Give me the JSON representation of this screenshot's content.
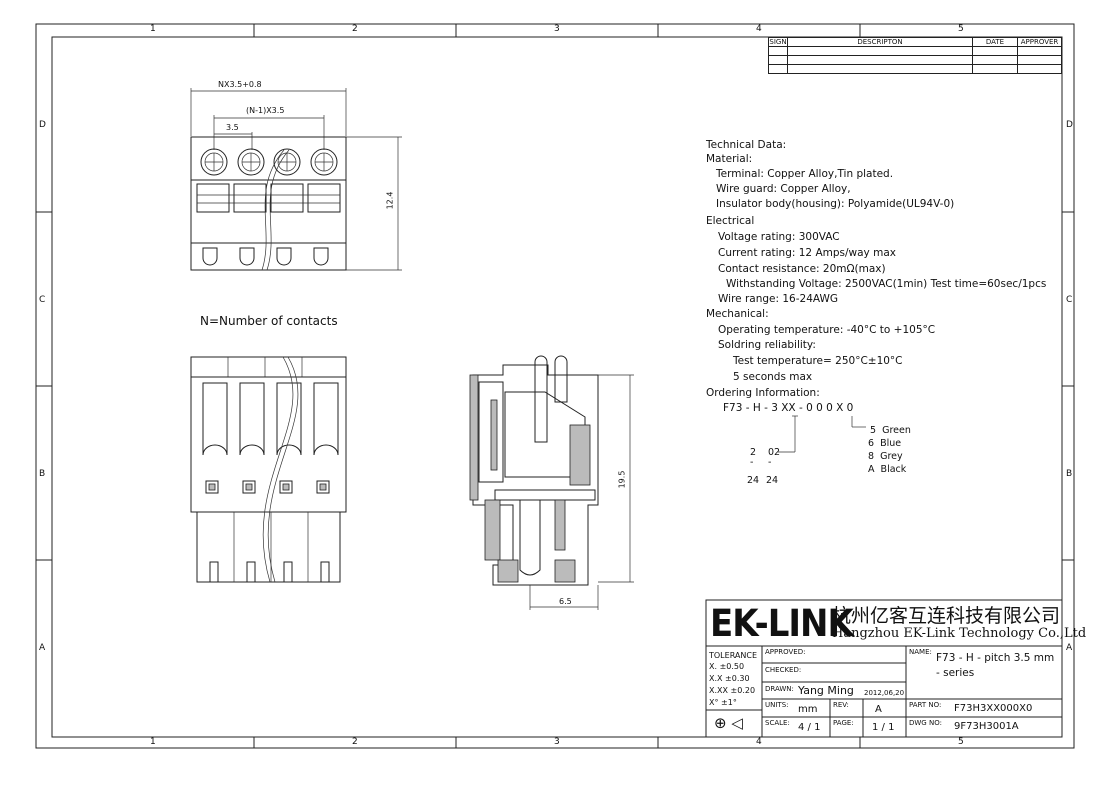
{
  "zones_top": [
    "1",
    "2",
    "3",
    "4",
    "5"
  ],
  "zones_bottom": [
    "1",
    "2",
    "3",
    "4",
    "5"
  ],
  "zones_left": [
    "D",
    "C",
    "B",
    "A"
  ],
  "zones_right": [
    "D",
    "C",
    "B",
    "A"
  ],
  "revision_table": {
    "headers": [
      "SIGN",
      "DESCRIPTON",
      "DATE",
      "APPROVER"
    ]
  },
  "dimensions": {
    "total_width": "NX3.5+0.8",
    "pitch_span": "(N-1)X3.5",
    "pitch": "3.5",
    "height_front": "12.4",
    "height_side": "19.5",
    "depth": "6.5"
  },
  "note_n": "N=Number of contacts",
  "tech": {
    "title": "Technical Data:",
    "material": "Material:",
    "terminal": "Terminal: Copper Alloy,Tin plated.",
    "wire_guard": "Wire guard: Copper Alloy,",
    "insulator": "Insulator body(housing): Polyamide(UL94V-0)",
    "electrical": "Electrical",
    "voltage": "Voltage rating: 300VAC",
    "current": "Current rating: 12 Amps/way max",
    "contact_resistance": "Contact resistance: 20mΩ(max)",
    "withstanding": "Withstanding Voltage: 2500VAC(1min) Test time=60sec/1pcs",
    "wire_range": "Wire range: 16-24AWG",
    "mechanical": "Mechanical:",
    "operating_temp": "Operating temperature: -40°C to +105°C",
    "soldering": "Soldring reliability:",
    "test_temp": "Test temperature= 250°C±10°C",
    "seconds": "5 seconds max",
    "ordering": "Ordering Information:",
    "code": "F73 - H - 3 XX - 0 0 0 X  0"
  },
  "colors": [
    {
      "code": "5",
      "name": "Green"
    },
    {
      "code": "6",
      "name": "Blue"
    },
    {
      "code": "8",
      "name": "Grey"
    },
    {
      "code": "A",
      "name": "Black"
    }
  ],
  "ways": {
    "min_n": "2",
    "min_code": "02",
    "dash1": "-",
    "dash2": "-",
    "max_n": "24",
    "max_code": "24"
  },
  "title_block": {
    "logo": "EK-LINK",
    "company_cn": "杭州亿客互连科技有限公司",
    "company_en": "Hangzhou EK-Link Technology Co.,Ltd",
    "tolerance_label": "TOLERANCE",
    "tol_x": "X.    ±0.50",
    "tol_xx": "X.X   ±0.30",
    "tol_xxx": "X.XX ±0.20",
    "tol_deg": "X°    ±1°",
    "approved_label": "APPROVED:",
    "checked_label": "CHECKED:",
    "drawn_label": "DRAWN:",
    "drawn_by": "Yang Ming",
    "drawn_date": "2012,06,20",
    "units_label": "UNITS:",
    "units": "mm",
    "rev_label": "REV:",
    "rev": "A",
    "scale_label": "SCALE:",
    "scale": "4 / 1",
    "page_label": "PAGE:",
    "page": "1 / 1",
    "name_label": "NAME:",
    "name1": "F73 - H - pitch 3.5 mm",
    "name2": "- series",
    "part_label": "PART NO:",
    "part": "F73H3XX000X0",
    "dwg_label": "DWG NO:",
    "dwg": "9F73H3001A"
  }
}
